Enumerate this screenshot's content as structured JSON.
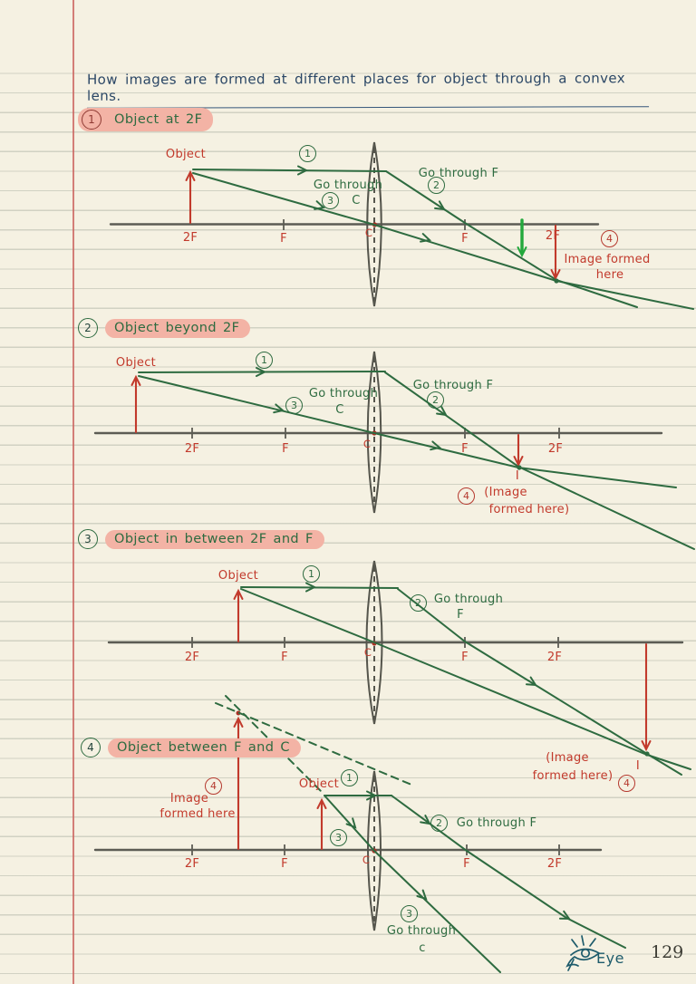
{
  "page": {
    "title": "How images are formed at different places for object through a convex lens.",
    "number": "129",
    "signature": "Eye"
  },
  "axis": {
    "two_f": "2F",
    "f": "F",
    "c": "C"
  },
  "nums": {
    "n1": "1",
    "n2": "2",
    "n3": "3",
    "n4": "4"
  },
  "sections": [
    {
      "num": "1",
      "label": "Object at 2F"
    },
    {
      "num": "2",
      "label": "Object beyond 2F"
    },
    {
      "num": "3",
      "label": "Object in between 2F and F"
    },
    {
      "num": "4",
      "label": "Object between F and C"
    }
  ],
  "diagrams": {
    "d1": {
      "object": "Object",
      "go_through": "Go through",
      "c": "C",
      "go_through_f": "Go through F",
      "image_line1": "Image formed",
      "image_line2": "here"
    },
    "d2": {
      "object": "Object",
      "go_through": "Go through",
      "c": "C",
      "go_through_f": "Go through F",
      "i": "I",
      "image_line1": "(Image",
      "image_line2": "formed here)"
    },
    "d3": {
      "object": "Object",
      "go_through": "Go through",
      "f": "F",
      "i": "I",
      "image_line1": "(Image",
      "image_line2": "formed here)"
    },
    "d4": {
      "object": "Object",
      "go_through_f": "Go through F",
      "go_through": "Go through",
      "c": "c",
      "image_line1": "Image",
      "image_line2": "formed here"
    }
  }
}
